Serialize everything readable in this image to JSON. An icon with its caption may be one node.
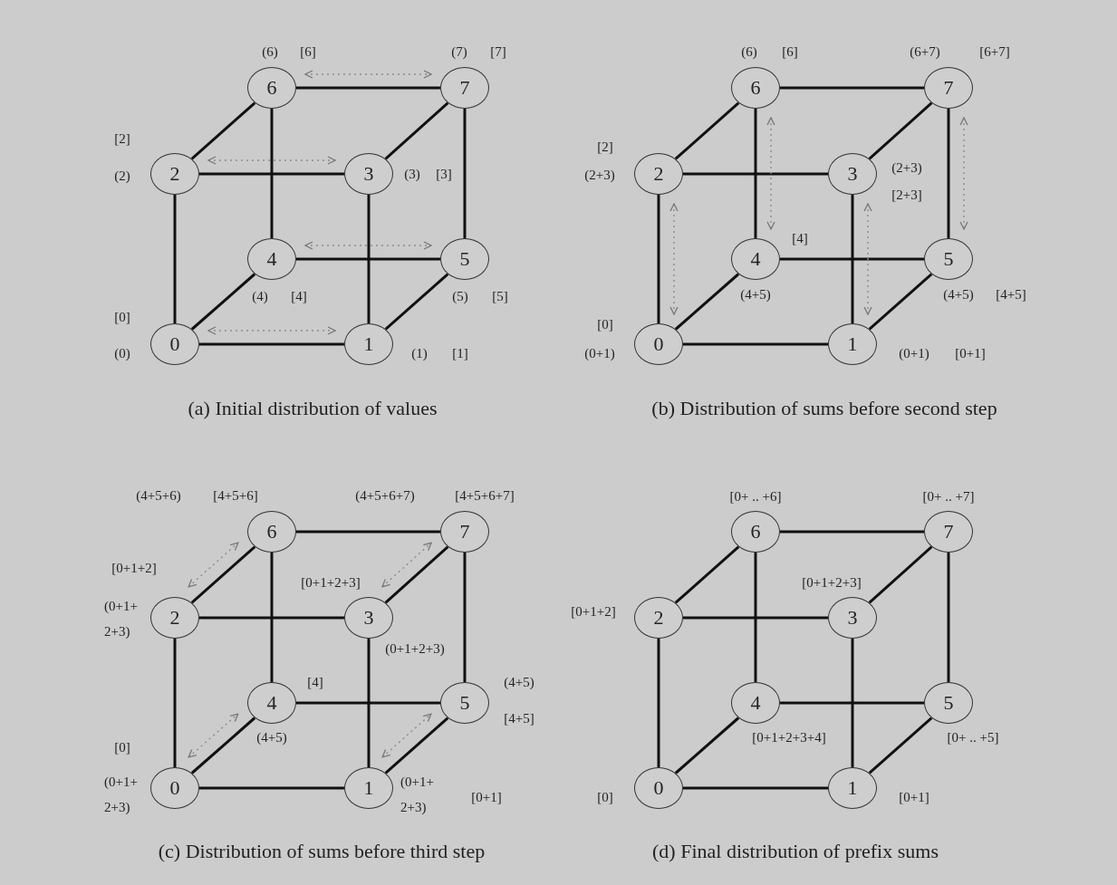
{
  "diagram": {
    "nodes": [
      {
        "text": [
          "6"
        ],
        "beside": [
          "(6)",
          "[6]"
        ]
      },
      {
        "text": [
          "7"
        ],
        "beside": [
          "(7)",
          "[7]"
        ]
      },
      {
        "text": [
          "2"
        ],
        "beside": [
          "[2]",
          "(2)"
        ]
      },
      {
        "text": [
          "3"
        ],
        "beside": [
          "(3)",
          "[3]"
        ]
      },
      {
        "text": [
          "4"
        ],
        "beside": [
          "(4)",
          "[4]"
        ]
      },
      {
        "text": [
          "5"
        ],
        "beside": [
          "(5)",
          "[5]"
        ]
      },
      {
        "text": [
          "0"
        ],
        "beside": [
          "[0]",
          "(0)"
        ]
      },
      {
        "text": [
          "1"
        ],
        "beside": [
          "(1)",
          "[1]"
        ]
      },
      {
        "text": [
          "6"
        ],
        "beside": [
          "(6)",
          "[6]"
        ]
      },
      {
        "text": [
          "7"
        ],
        "beside": [
          "(6+7)",
          "[6+7]"
        ]
      },
      {
        "text": [
          "2"
        ],
        "beside": [
          "[2]",
          "(2+3)"
        ]
      },
      {
        "text": [
          "3"
        ],
        "beside": [
          "(2+3)",
          "[2+3]"
        ]
      },
      {
        "text": [
          "4"
        ],
        "beside": [
          "[4]",
          "(4+5)"
        ]
      },
      {
        "text": [
          "5"
        ],
        "beside": [
          "(4+5)",
          "[4+5]"
        ]
      },
      {
        "text": [
          "0"
        ],
        "beside": [
          "[0]",
          "(0+1)"
        ]
      },
      {
        "text": [
          "1"
        ],
        "beside": [
          "(0+1)",
          "[0+1]"
        ]
      },
      {
        "text": [
          "6"
        ],
        "beside": [
          "(4+5+6)",
          "[4+5+6]"
        ]
      },
      {
        "text": [
          "7"
        ],
        "beside": [
          "(4+5+6+7)",
          "[4+5+6+7]"
        ]
      },
      {
        "text": [
          "2"
        ],
        "beside": [
          "[0+1+2]",
          "(0+1+ 2+3)"
        ]
      },
      {
        "text": [
          "3"
        ],
        "beside": [
          "[0+1+2+3]",
          "(0+1+2+3)"
        ]
      },
      {
        "text": [
          "4"
        ],
        "beside": [
          "[4]",
          "(4+5)"
        ]
      },
      {
        "text": [
          "5"
        ],
        "beside": [
          "(4+5)",
          "[4+5]"
        ]
      },
      {
        "text": [
          "0"
        ],
        "beside": [
          "[0]",
          "(0+1+ 2+3)"
        ]
      },
      {
        "text": [
          "1"
        ],
        "beside": [
          "(0+1+ 2+3)",
          "[0+1]"
        ]
      },
      {
        "text": [
          "6"
        ],
        "beside": [
          "[0+ .. +6]"
        ]
      },
      {
        "text": [
          "7"
        ],
        "beside": [
          "[0+ .. +7]"
        ]
      },
      {
        "text": [
          "2"
        ],
        "beside": [
          "[0+1+2]"
        ]
      },
      {
        "text": [
          "3"
        ],
        "beside": [
          "[0+1+2+3]"
        ]
      },
      {
        "text": [
          "4"
        ],
        "beside": [
          "[0+1+2+3+4]"
        ]
      },
      {
        "text": [
          "5"
        ],
        "beside": [
          "[0+ .. +5]"
        ]
      },
      {
        "text": [
          "0"
        ],
        "beside": [
          "[0]"
        ]
      },
      {
        "text": [
          "1"
        ],
        "beside": [
          "[0+1]"
        ]
      }
    ],
    "edges": [
      {
        "from": 0,
        "to": 1,
        "arrow": "none"
      },
      {
        "from": 2,
        "to": 0,
        "arrow": "none"
      },
      {
        "from": 3,
        "to": 1,
        "arrow": "none"
      },
      {
        "from": 2,
        "to": 3,
        "arrow": "none"
      },
      {
        "from": 0,
        "to": 4,
        "arrow": "none"
      },
      {
        "from": 1,
        "to": 5,
        "arrow": "none"
      },
      {
        "from": 2,
        "to": 6,
        "arrow": "none"
      },
      {
        "from": 3,
        "to": 7,
        "arrow": "none"
      },
      {
        "from": 4,
        "to": 5,
        "arrow": "none"
      },
      {
        "from": 6,
        "to": 4,
        "arrow": "none"
      },
      {
        "from": 7,
        "to": 5,
        "arrow": "none"
      },
      {
        "from": 6,
        "to": 7,
        "arrow": "none"
      },
      {
        "from": 0,
        "to": 1,
        "arrow": "both",
        "style": "dashed",
        "color": "#8c8c8c"
      },
      {
        "from": 2,
        "to": 3,
        "arrow": "both",
        "style": "dashed",
        "color": "#8c8c8c"
      },
      {
        "from": 4,
        "to": 5,
        "arrow": "both",
        "style": "dashed",
        "color": "#8c8c8c"
      },
      {
        "from": 6,
        "to": 7,
        "arrow": "both",
        "style": "dashed",
        "color": "#8c8c8c"
      },
      {
        "from": 8,
        "to": 9,
        "arrow": "none"
      },
      {
        "from": 10,
        "to": 8,
        "arrow": "none"
      },
      {
        "from": 11,
        "to": 9,
        "arrow": "none"
      },
      {
        "from": 10,
        "to": 11,
        "arrow": "none"
      },
      {
        "from": 8,
        "to": 12,
        "arrow": "none"
      },
      {
        "from": 9,
        "to": 13,
        "arrow": "none"
      },
      {
        "from": 10,
        "to": 14,
        "arrow": "none"
      },
      {
        "from": 11,
        "to": 15,
        "arrow": "none"
      },
      {
        "from": 12,
        "to": 13,
        "arrow": "none"
      },
      {
        "from": 14,
        "to": 12,
        "arrow": "none"
      },
      {
        "from": 15,
        "to": 13,
        "arrow": "none"
      },
      {
        "from": 14,
        "to": 15,
        "arrow": "none"
      },
      {
        "from": 10,
        "to": 14,
        "arrow": "both",
        "style": "dashed",
        "color": "#8c8c8c"
      },
      {
        "from": 8,
        "to": 12,
        "arrow": "both",
        "style": "dashed",
        "color": "#8c8c8c"
      },
      {
        "from": 11,
        "to": 15,
        "arrow": "both",
        "style": "dashed",
        "color": "#8c8c8c"
      },
      {
        "from": 9,
        "to": 13,
        "arrow": "both",
        "style": "dashed",
        "color": "#8c8c8c"
      },
      {
        "from": 16,
        "to": 17,
        "arrow": "none"
      },
      {
        "from": 18,
        "to": 16,
        "arrow": "none"
      },
      {
        "from": 19,
        "to": 17,
        "arrow": "none"
      },
      {
        "from": 18,
        "to": 19,
        "arrow": "none"
      },
      {
        "from": 16,
        "to": 20,
        "arrow": "none"
      },
      {
        "from": 17,
        "to": 21,
        "arrow": "none"
      },
      {
        "from": 18,
        "to": 22,
        "arrow": "none"
      },
      {
        "from": 19,
        "to": 23,
        "arrow": "none"
      },
      {
        "from": 20,
        "to": 21,
        "arrow": "none"
      },
      {
        "from": 22,
        "to": 20,
        "arrow": "none"
      },
      {
        "from": 23,
        "to": 21,
        "arrow": "none"
      },
      {
        "from": 22,
        "to": 23,
        "arrow": "none"
      },
      {
        "from": 18,
        "to": 16,
        "arrow": "both",
        "style": "dashed",
        "color": "#8c8c8c"
      },
      {
        "from": 19,
        "to": 17,
        "arrow": "both",
        "style": "dashed",
        "color": "#8c8c8c"
      },
      {
        "from": 22,
        "to": 20,
        "arrow": "both",
        "style": "dashed",
        "color": "#8c8c8c"
      },
      {
        "from": 23,
        "to": 21,
        "arrow": "both",
        "style": "dashed",
        "color": "#8c8c8c"
      },
      {
        "from": 24,
        "to": 25,
        "arrow": "none"
      },
      {
        "from": 26,
        "to": 24,
        "arrow": "none"
      },
      {
        "from": 27,
        "to": 25,
        "arrow": "none"
      },
      {
        "from": 26,
        "to": 27,
        "arrow": "none"
      },
      {
        "from": 24,
        "to": 28,
        "arrow": "none"
      },
      {
        "from": 25,
        "to": 29,
        "arrow": "none"
      },
      {
        "from": 26,
        "to": 30,
        "arrow": "none"
      },
      {
        "from": 27,
        "to": 31,
        "arrow": "none"
      },
      {
        "from": 28,
        "to": 29,
        "arrow": "none"
      },
      {
        "from": 30,
        "to": 28,
        "arrow": "none"
      },
      {
        "from": 31,
        "to": 29,
        "arrow": "none"
      },
      {
        "from": 30,
        "to": 31,
        "arrow": "none"
      }
    ],
    "labels": [
      "(a) Initial distribution of values",
      "(b) Distribution of sums before second step",
      "(c) Distribution of sums before third step",
      "(d) Final distribution of prefix sums"
    ]
  }
}
